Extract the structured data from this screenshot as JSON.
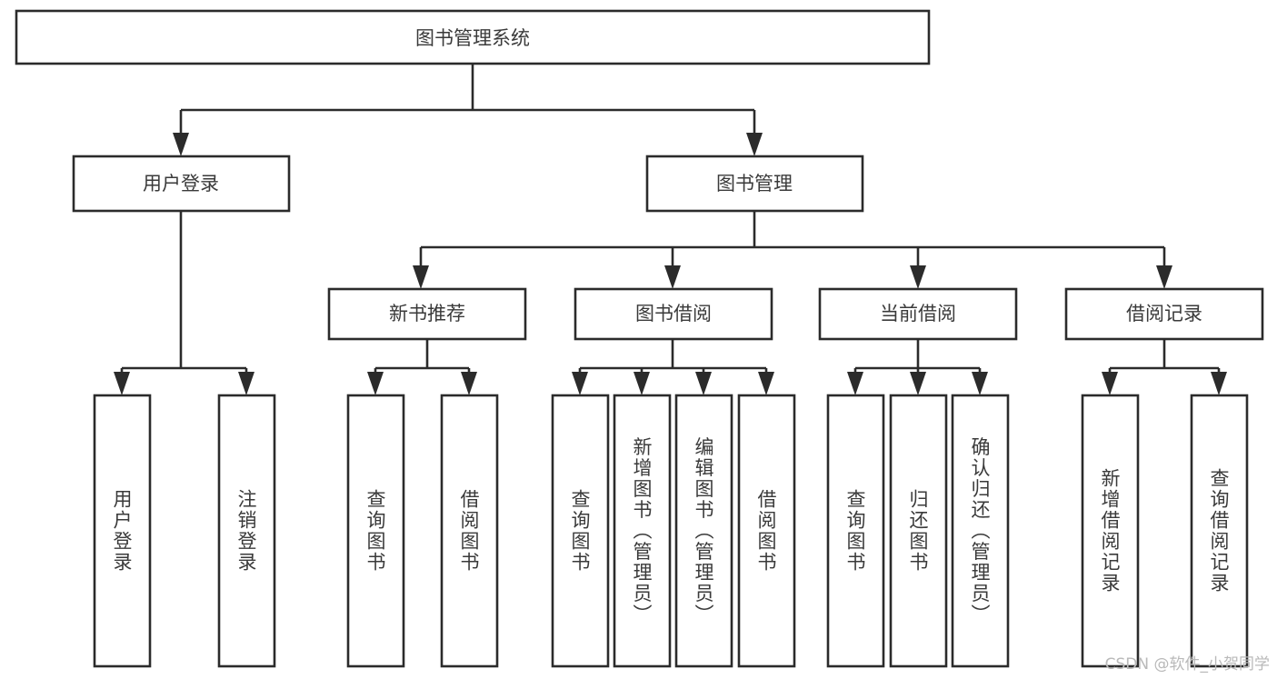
{
  "diagram": {
    "type": "tree-hierarchy",
    "title": "图书管理系统",
    "watermark": "CSDN @软件_小贺同学",
    "colors": {
      "background": "#ffffff",
      "box_fill": "#ffffff",
      "box_stroke": "#2b2b2b",
      "text": "#3a3a3a",
      "watermark": "#b9b9b9"
    },
    "root": {
      "label": "图书管理系统",
      "orientation": "horizontal"
    },
    "level2": [
      {
        "label": "用户登录",
        "orientation": "horizontal"
      },
      {
        "label": "图书管理",
        "orientation": "horizontal"
      }
    ],
    "level3": [
      {
        "label": "新书推荐",
        "orientation": "horizontal",
        "parent": "图书管理"
      },
      {
        "label": "图书借阅",
        "orientation": "horizontal",
        "parent": "图书管理"
      },
      {
        "label": "当前借阅",
        "orientation": "horizontal",
        "parent": "图书管理"
      },
      {
        "label": "借阅记录",
        "orientation": "horizontal",
        "parent": "图书管理"
      }
    ],
    "leaves": {
      "用户登录": [
        {
          "label": "用户登录",
          "orientation": "vertical"
        },
        {
          "label": "注销登录",
          "orientation": "vertical"
        }
      ],
      "新书推荐": [
        {
          "label": "查询图书",
          "orientation": "vertical"
        },
        {
          "label": "借阅图书",
          "orientation": "vertical"
        }
      ],
      "图书借阅": [
        {
          "label": "查询图书",
          "orientation": "vertical"
        },
        {
          "label": "新增图书（管理员）",
          "orientation": "vertical"
        },
        {
          "label": "编辑图书（管理员）",
          "orientation": "vertical"
        },
        {
          "label": "借阅图书",
          "orientation": "vertical"
        }
      ],
      "当前借阅": [
        {
          "label": "查询图书",
          "orientation": "vertical"
        },
        {
          "label": "归还图书",
          "orientation": "vertical"
        },
        {
          "label": "确认归还（管理员）",
          "orientation": "vertical"
        }
      ],
      "借阅记录": [
        {
          "label": "新增借阅记录",
          "orientation": "vertical"
        },
        {
          "label": "查询借阅记录",
          "orientation": "vertical"
        }
      ]
    }
  },
  "nodes": {
    "root": {
      "label": "图书管理系统"
    },
    "user_login": {
      "label": "用户登录"
    },
    "book_manage": {
      "label": "图书管理"
    },
    "new_book_rec": {
      "label": "新书推荐"
    },
    "book_borrow": {
      "label": "图书借阅"
    },
    "current_borrow": {
      "label": "当前借阅"
    },
    "borrow_record": {
      "label": "借阅记录"
    },
    "leaf_user_login": {
      "label": "用户登录"
    },
    "leaf_user_logout": {
      "label": "注销登录"
    },
    "leaf_rec_query": {
      "label": "查询图书"
    },
    "leaf_rec_borrow": {
      "label": "借阅图书"
    },
    "leaf_borrow_query": {
      "label": "查询图书"
    },
    "leaf_borrow_add": {
      "label": "新增图书（管理员）"
    },
    "leaf_borrow_edit": {
      "label": "编辑图书（管理员）"
    },
    "leaf_borrow_take": {
      "label": "借阅图书"
    },
    "leaf_cur_query": {
      "label": "查询图书"
    },
    "leaf_cur_return": {
      "label": "归还图书"
    },
    "leaf_cur_confirm": {
      "label": "确认归还（管理员）"
    },
    "leaf_rec_add": {
      "label": "新增借阅记录"
    },
    "leaf_rec_search": {
      "label": "查询借阅记录"
    }
  },
  "watermark": {
    "text": "CSDN @软件_小贺同学"
  }
}
